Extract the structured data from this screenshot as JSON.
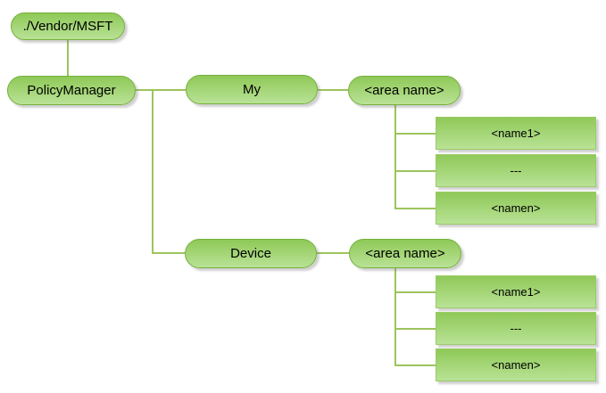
{
  "diagram": {
    "root": {
      "label": "./Vendor/MSFT"
    },
    "policy_manager": {
      "label": "PolicyManager"
    },
    "branches": [
      {
        "scope": "My",
        "area": "<area name>",
        "children": [
          "<name1>",
          "---",
          "<namen>"
        ]
      },
      {
        "scope": "Device",
        "area": "<area name>",
        "children": [
          "<name1>",
          "---",
          "<namen>"
        ]
      }
    ],
    "colors": {
      "bg": "#ffffff",
      "node_fill_top": "#8fc958",
      "node_fill_bottom": "#b9e296",
      "node_border": "#76b03c",
      "rect_border": "#9ccb68",
      "connector_color": "#9dc45c",
      "shadow_color": "rgba(120,120,120,0.35)"
    }
  }
}
